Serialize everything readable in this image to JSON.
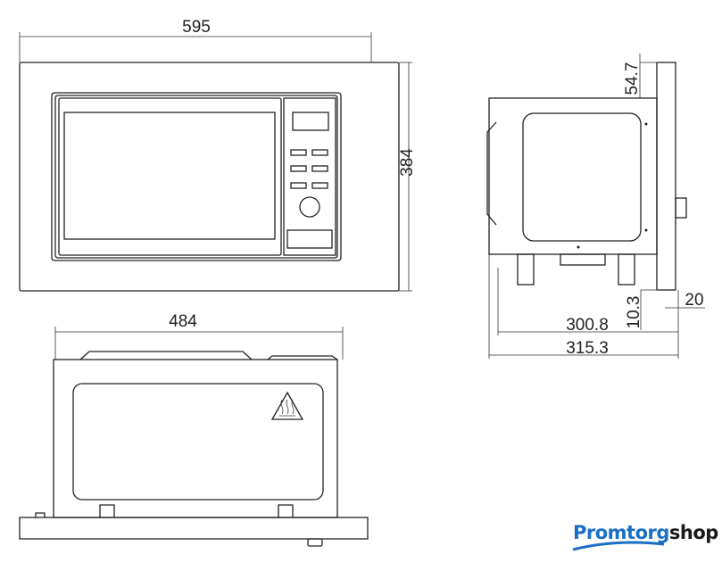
{
  "front_view": {
    "width_label": "595",
    "height_label": "384"
  },
  "top_view": {
    "width_label": "484"
  },
  "side_view": {
    "depth_label": "315.3",
    "body_depth_label": "300.8",
    "frame_top_label": "54.7",
    "gap_label": "10.3",
    "frame_thickness_label": "20"
  },
  "logo": {
    "part1": "Promtorg",
    "part2": "shop",
    "color_primary": "#1a6fc4",
    "color_secondary": "#1a1a1a"
  }
}
